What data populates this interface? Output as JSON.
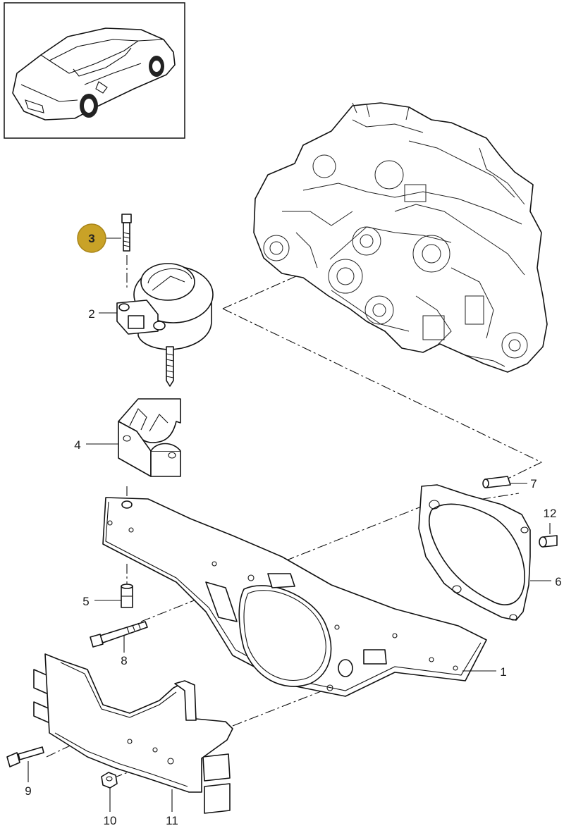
{
  "callouts": [
    {
      "id": "1",
      "text": "1"
    },
    {
      "id": "2",
      "text": "2"
    },
    {
      "id": "3",
      "text": "3",
      "highlighted": true
    },
    {
      "id": "4",
      "text": "4"
    },
    {
      "id": "5",
      "text": "5"
    },
    {
      "id": "6",
      "text": "6"
    },
    {
      "id": "7",
      "text": "7"
    },
    {
      "id": "8",
      "text": "8"
    },
    {
      "id": "9",
      "text": "9"
    },
    {
      "id": "10",
      "text": "10"
    },
    {
      "id": "11",
      "text": "11"
    },
    {
      "id": "12",
      "text": "12"
    }
  ],
  "colors": {
    "highlight_fill": "#c9a227",
    "highlight_stroke": "#a88418",
    "line": "#111111",
    "background": "#ffffff"
  },
  "icons": {
    "vehicle_thumbnail": "coupe-car-icon",
    "engine": "engine-assembly-drawing"
  }
}
